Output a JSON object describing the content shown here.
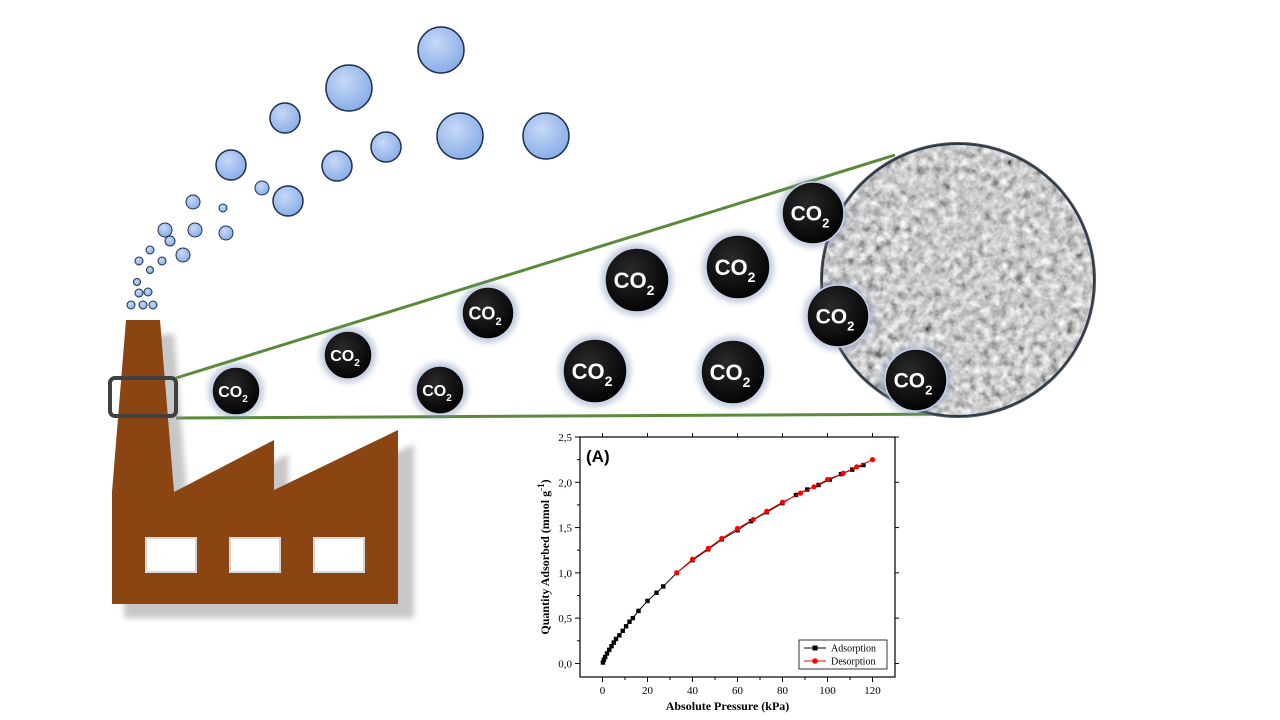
{
  "molecule": {
    "formula_main": "CO",
    "formula_sub": "2"
  },
  "colors": {
    "factory": "#8b4513",
    "bubble_blue": "#9bbcef",
    "molecule_black": "#000000",
    "zoom_line": "#5a8a3a",
    "adsorption": "#000000",
    "desorption": "#ff0000"
  },
  "icons": [
    "factory-icon",
    "smoke-bubbles",
    "co2-molecule",
    "porous-material-sample"
  ],
  "chart_data": {
    "type": "scatter",
    "panel_label": "(A)",
    "xlabel": "Absolute Pressure (kPa)",
    "ylabel_main": "Quantity Adsorbed (mmol g",
    "ylabel_sup": "-1",
    "ylabel_end": ")",
    "xlim": [
      -10,
      130
    ],
    "ylim": [
      -0.15,
      2.5
    ],
    "xticks": [
      0,
      20,
      40,
      60,
      80,
      100,
      120
    ],
    "xtick_labels": [
      "0",
      "20",
      "40",
      "60",
      "80",
      "100",
      "120"
    ],
    "yticks": [
      0.0,
      0.5,
      1.0,
      1.5,
      2.0,
      2.5
    ],
    "ytick_labels": [
      "0,0",
      "0,5",
      "1,0",
      "1,5",
      "2,0",
      "2,5"
    ],
    "grid": false,
    "legend_position": "bottom-right",
    "series": [
      {
        "name": "Adsorption",
        "marker": "square",
        "color": "#000000",
        "x": [
          0.2,
          0.6,
          1.2,
          2.0,
          3.0,
          4.0,
          5.0,
          6.0,
          7.5,
          9.0,
          10.5,
          12.0,
          13.5,
          16,
          20,
          24,
          27,
          33,
          40,
          47,
          53,
          60,
          66,
          73,
          80,
          86,
          91,
          96,
          101,
          106,
          111,
          116
        ],
        "y": [
          0.01,
          0.04,
          0.07,
          0.11,
          0.15,
          0.19,
          0.23,
          0.27,
          0.31,
          0.36,
          0.41,
          0.46,
          0.5,
          0.58,
          0.69,
          0.78,
          0.85,
          1.0,
          1.14,
          1.26,
          1.37,
          1.47,
          1.57,
          1.67,
          1.77,
          1.86,
          1.92,
          1.97,
          2.03,
          2.09,
          2.14,
          2.19
        ],
        "legend_label": "Adsorption"
      },
      {
        "name": "Desorption",
        "marker": "circle",
        "color": "#ff0000",
        "x": [
          120,
          113,
          107,
          100,
          94,
          88,
          80,
          73,
          67,
          60,
          53,
          47,
          40,
          33
        ],
        "y": [
          2.25,
          2.17,
          2.1,
          2.03,
          1.95,
          1.88,
          1.78,
          1.68,
          1.59,
          1.49,
          1.38,
          1.27,
          1.15,
          1.0
        ],
        "legend_label": "Desorption"
      }
    ]
  }
}
